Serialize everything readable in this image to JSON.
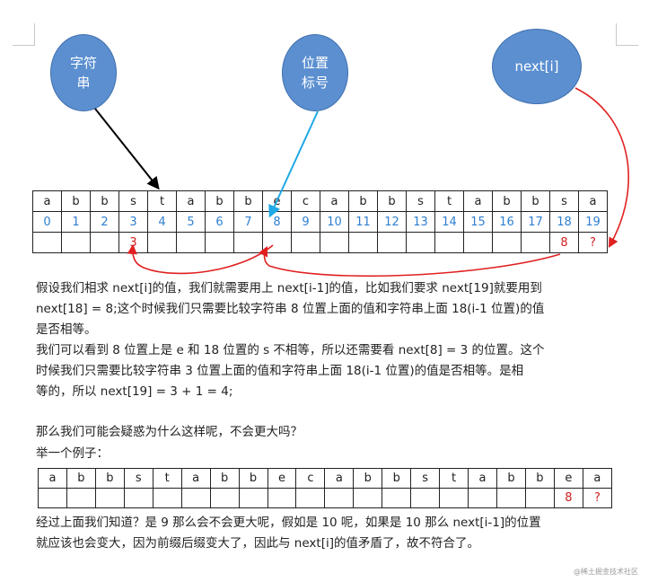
{
  "bubbles": {
    "string_label": "字符\n串",
    "position_label": "位置\n标号",
    "next_label": "next[i]"
  },
  "table1": {
    "chars": [
      "a",
      "b",
      "b",
      "s",
      "t",
      "a",
      "b",
      "b",
      "e",
      "c",
      "a",
      "b",
      "b",
      "s",
      "t",
      "a",
      "b",
      "b",
      "s",
      "a"
    ],
    "indices": [
      "0",
      "1",
      "2",
      "3",
      "4",
      "5",
      "6",
      "7",
      "8",
      "9",
      "10",
      "11",
      "12",
      "13",
      "14",
      "15",
      "16",
      "17",
      "18",
      "19"
    ],
    "next_row": [
      "",
      "",
      "",
      "3",
      "",
      "",
      "",
      "",
      "",
      "",
      "",
      "",
      "",
      "",
      "",
      "",
      "",
      "",
      "8",
      "?"
    ]
  },
  "paragraphs": {
    "p1": [
      "假设我们相求 next[i]的值，我们就需要用上 next[i-1]的值，比如我们要求 next[19]就要用到",
      "next[18] = 8;这个时候我们只需要比较字符串 8 位置上面的值和字符串上面 18(i-1 位置)的值",
      "是否相等。"
    ],
    "p2": [
      "我们可以看到 8 位置上是 e 和 18 位置的 s 不相等，所以还需要看 next[8] = 3 的位置。这个",
      "时候我们只需要比较字符串 3 位置上面的值和字符串上面 18(i-1 位置)的值是否相等。是相",
      "等的，所以 next[19]    = 3 + 1 = 4;"
    ],
    "p3": "那么我们可能会疑惑为什么这样呢，不会更大吗？",
    "p4": "举一个例子：",
    "p5": [
      "经过上面我们知道？是 9 那么会不会更大呢，假如是 10 呢，如果是 10 那么 next[i-1]的位置",
      "就应该也会变大，因为前缀后缀变大了，因此与 next[i]的值矛盾了，故不符合了。"
    ]
  },
  "table2": {
    "chars": [
      "a",
      "b",
      "b",
      "s",
      "t",
      "a",
      "b",
      "b",
      "e",
      "c",
      "a",
      "b",
      "b",
      "s",
      "t",
      "a",
      "b",
      "b",
      "e",
      "a"
    ],
    "next_row": [
      "",
      "",
      "",
      "",
      "",
      "",
      "",
      "",
      "",
      "",
      "",
      "",
      "",
      "",
      "",
      "",
      "",
      "",
      "8",
      "?"
    ]
  },
  "watermark": "@稀土掘金技术社区",
  "colors": {
    "bubble_fill": "#5b8fd0",
    "index_blue": "#2f7fd0",
    "arrow_red": "#e02020",
    "arrow_blue": "#1fa9e6"
  }
}
